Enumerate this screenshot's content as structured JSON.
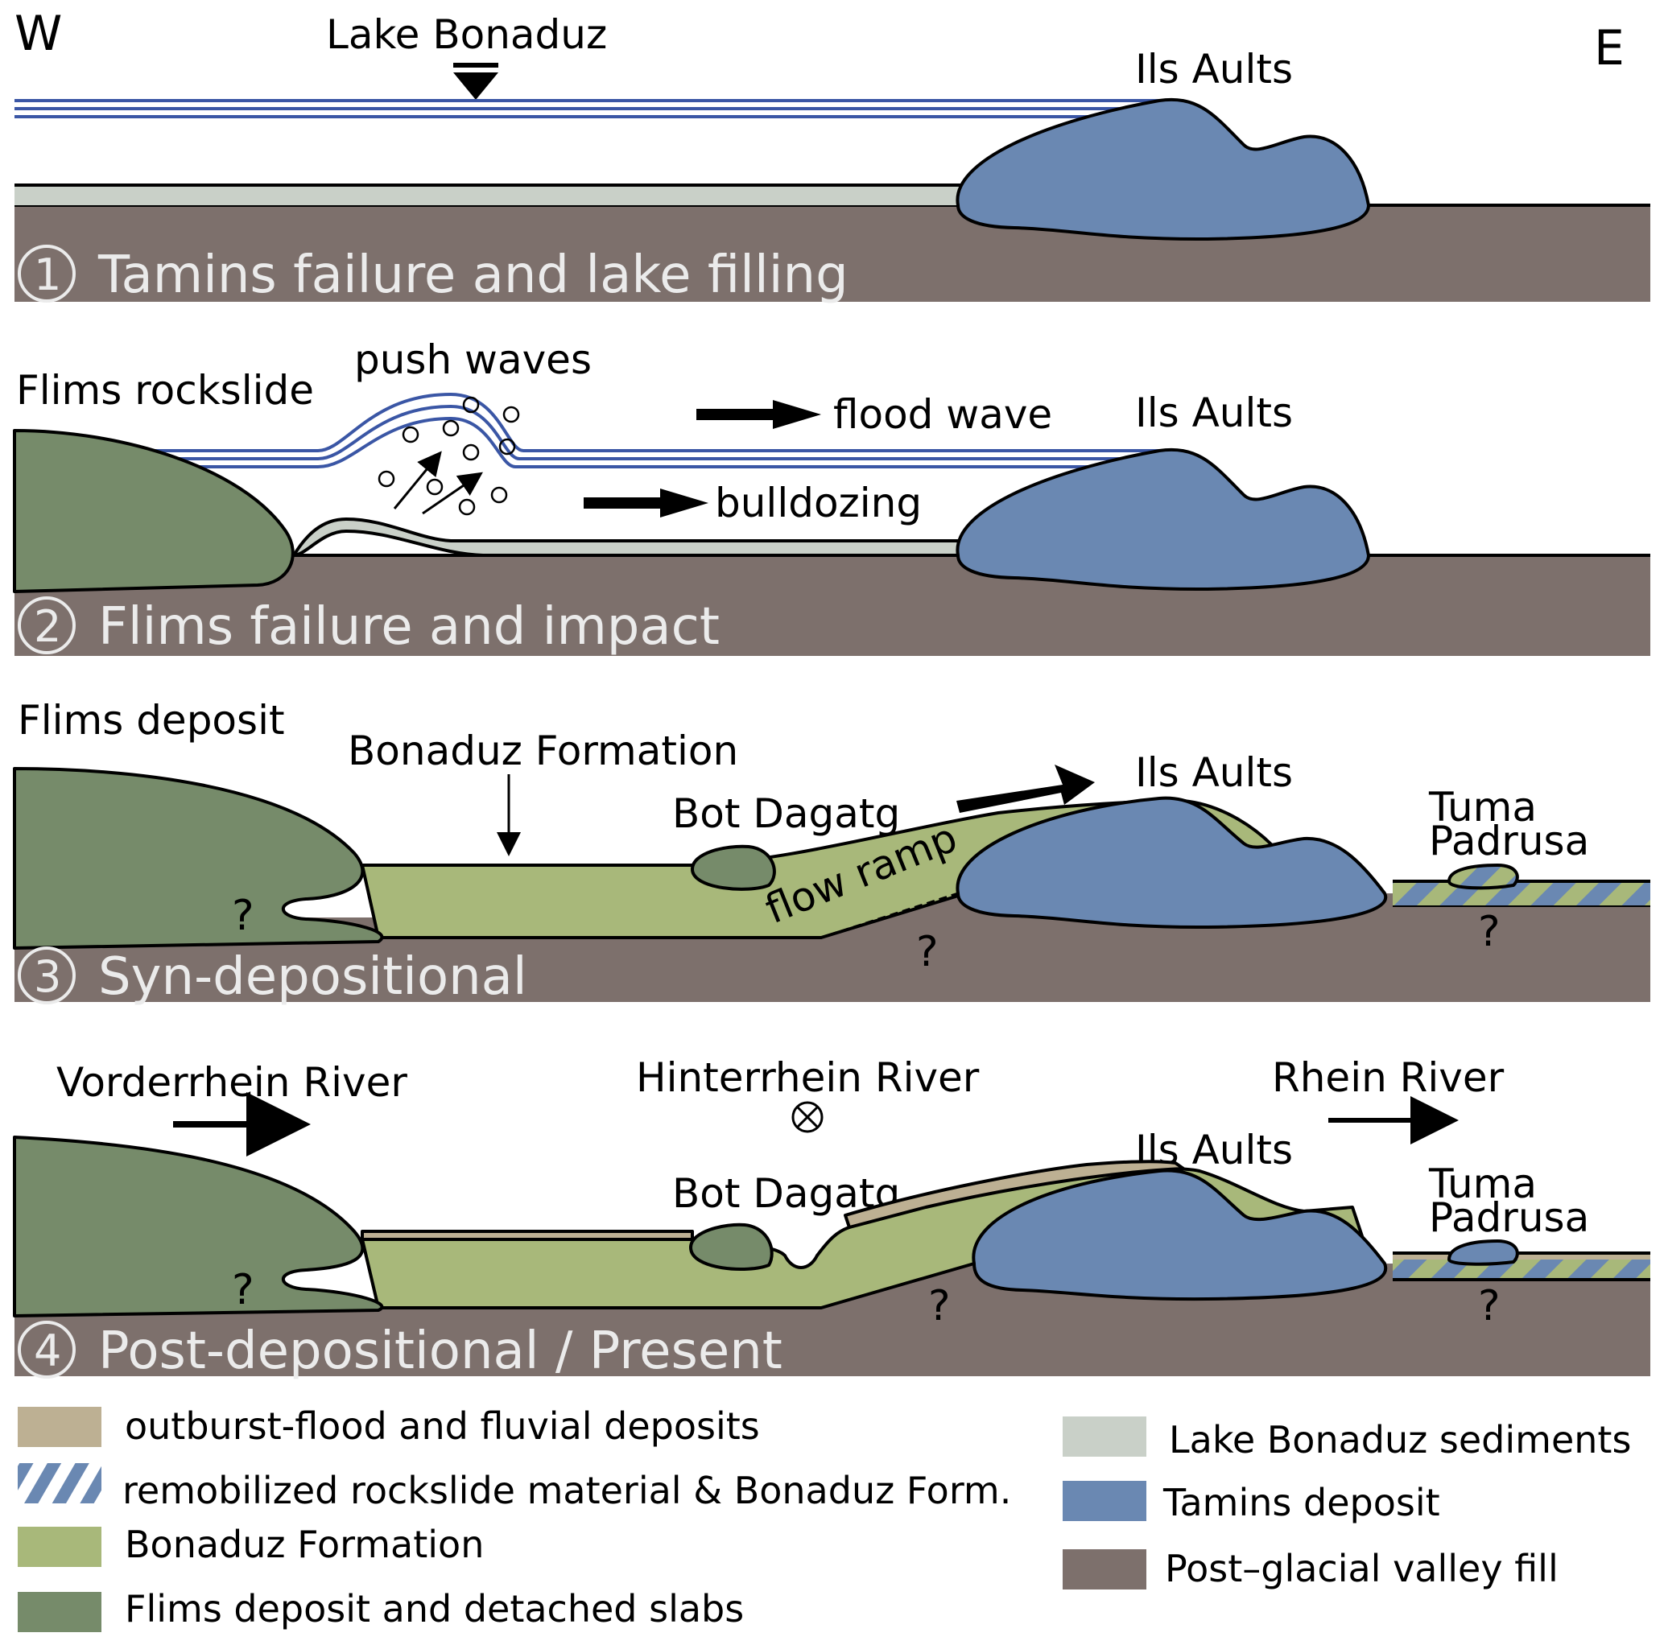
{
  "orientation": {
    "west": "W",
    "east": "E"
  },
  "colors": {
    "valley_fill": "#7d706c",
    "lake_sediments": "#c9d0c8",
    "tamins": "#6a88b2",
    "bonaduz": "#a8b87a",
    "flims": "#768b6a",
    "outburst": "#bdb093",
    "water_lines": "#3a56a5"
  },
  "panels": [
    {
      "number": "1",
      "title": "Tamins failure and lake filling",
      "labels": {
        "lake": "Lake Bonaduz",
        "ils_aults": "Ils Aults"
      }
    },
    {
      "number": "2",
      "title": "Flims failure and impact",
      "labels": {
        "flims_rockslide": "Flims rockslide",
        "push_waves": "push waves",
        "flood_wave": "flood wave",
        "bulldozing": "bulldozing",
        "ils_aults": "Ils Aults"
      }
    },
    {
      "number": "3",
      "title": "Syn-depositional",
      "labels": {
        "flims_deposit": "Flims deposit",
        "bonaduz_formation": "Bonaduz Formation",
        "bot_dagatg": "Bot Dagatg",
        "ils_aults": "Ils Aults",
        "tuma_padrusa_1": "Tuma",
        "tuma_padrusa_2": "Padrusa",
        "flow_ramp": "flow ramp",
        "unknown": "?"
      }
    },
    {
      "number": "4",
      "title": "Post-depositional / Present",
      "labels": {
        "vorderrhein": "Vorderrhein River",
        "hinterrhein": "Hinterrhein River",
        "rhein": "Rhein River",
        "bot_dagatg": "Bot Dagatg",
        "ils_aults": "Ils Aults",
        "tuma_padrusa_1": "Tuma",
        "tuma_padrusa_2": "Padrusa",
        "unknown": "?"
      }
    }
  ],
  "legend": {
    "left": [
      {
        "label": "outburst-flood and fluvial deposits",
        "swatch": "outburst"
      },
      {
        "label": "remobilized rockslide material & Bonaduz Form.",
        "swatch": "hatched"
      },
      {
        "label": "Bonaduz Formation",
        "swatch": "bonaduz"
      },
      {
        "label": "Flims deposit and detached slabs",
        "swatch": "flims"
      }
    ],
    "right": [
      {
        "label": "Lake Bonaduz sediments",
        "swatch": "lake_sediments"
      },
      {
        "label": "Tamins deposit",
        "swatch": "tamins"
      },
      {
        "label": "Post–glacial valley fill",
        "swatch": "valley_fill"
      }
    ]
  }
}
